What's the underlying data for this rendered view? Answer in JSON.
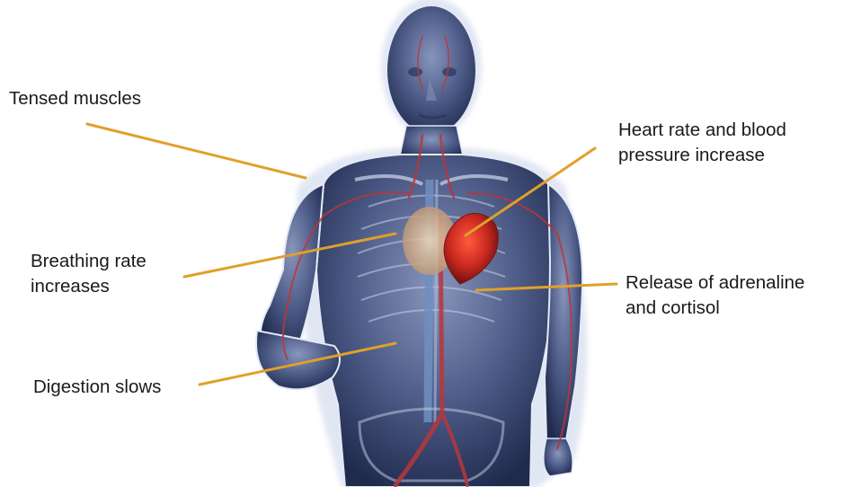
{
  "callouts": {
    "tensed_muscles": {
      "lines": [
        "Tensed muscles"
      ]
    },
    "heart_rate": {
      "lines": [
        "Heart rate and blood",
        "pressure increase"
      ]
    },
    "breathing_rate": {
      "lines": [
        "Breathing rate",
        "increases"
      ]
    },
    "adrenaline": {
      "lines": [
        "Release of adrenaline",
        "and cortisol"
      ]
    },
    "digestion": {
      "lines": [
        "Digestion slows"
      ]
    }
  },
  "colors": {
    "leader_line": "#e0a02a",
    "body_fill": "#5d6d97",
    "body_outline": "#dfe6f4",
    "vessel": "#b8373a",
    "spine": "#6f8fbf",
    "heart": "#c8281f"
  },
  "icons": [
    "human-body-illustration"
  ]
}
